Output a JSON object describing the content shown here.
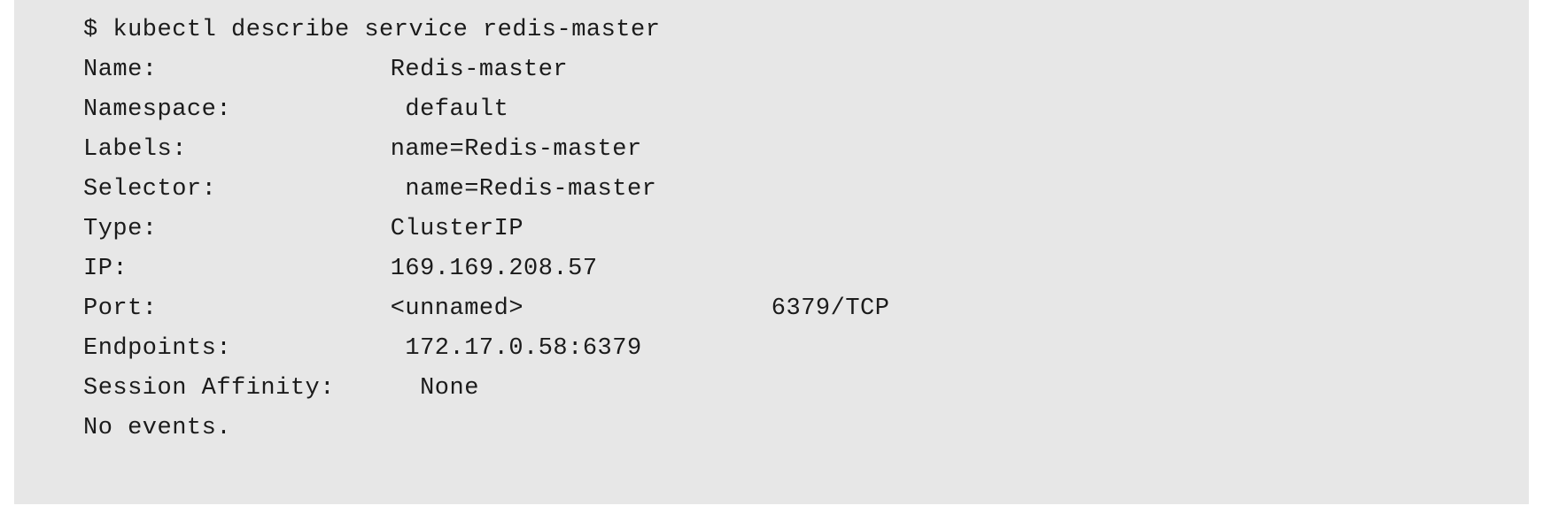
{
  "terminal": {
    "prompt_symbol": "$",
    "command": "kubectl describe service redis-master",
    "rows": [
      {
        "key": "Name:",
        "value": " Redis-master",
        "extra": ""
      },
      {
        "key": "Namespace:",
        "value": "  default",
        "extra": ""
      },
      {
        "key": "Labels:",
        "value": " name=Redis-master",
        "extra": ""
      },
      {
        "key": "Selector:",
        "value": "  name=Redis-master",
        "extra": ""
      },
      {
        "key": "Type:",
        "value": " ClusterIP",
        "extra": ""
      },
      {
        "key": "IP:",
        "value": " 169.169.208.57",
        "extra": ""
      },
      {
        "key": "Port:",
        "value": " <unnamed>",
        "extra": "    6379/TCP"
      },
      {
        "key": "Endpoints:",
        "value": "  172.17.0.58:6379",
        "extra": ""
      },
      {
        "key": "Session Affinity:",
        "value": "   None",
        "extra": ""
      }
    ],
    "footer": "No events."
  },
  "colors": {
    "block_background": "#e7e7e7",
    "page_background": "#ffffff",
    "text": "#1b1b1b"
  }
}
